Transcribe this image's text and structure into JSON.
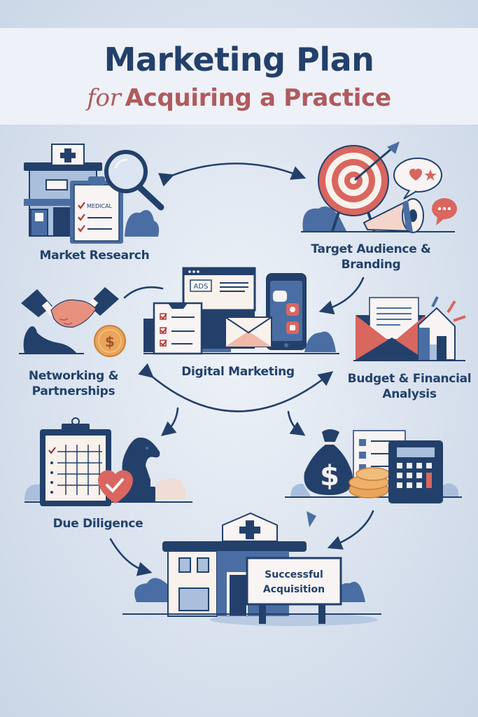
{
  "title": {
    "main": "Marketing Plan",
    "sub_prefix": "for",
    "sub_main": "Acquiring a Practice"
  },
  "colors": {
    "navy": "#23406b",
    "mid_blue": "#4a6ea3",
    "light_blue": "#a9bfdc",
    "coral": "#d9665f",
    "cream": "#f8f1ec",
    "gold": "#e9a55a",
    "background": "#dde5f0"
  },
  "steps": [
    {
      "id": "market-research",
      "label": "Market Research",
      "icons": [
        "clinic-building-icon",
        "clipboard-checklist-icon",
        "magnifying-glass-icon"
      ],
      "clipboard_text": "MEDICAL"
    },
    {
      "id": "target-audience",
      "label": "Target Audience & Branding",
      "icons": [
        "target-icon",
        "arrow-icon",
        "megaphone-icon",
        "speech-bubble-heart-star-icon",
        "chat-bubble-icon"
      ]
    },
    {
      "id": "digital-marketing",
      "label": "Digital Marketing",
      "icons": [
        "browser-window-icon",
        "checklist-icon",
        "envelope-icon",
        "smartphone-icon"
      ],
      "ads_text": "ADS"
    },
    {
      "id": "networking",
      "label": "Networking & Partnerships",
      "icons": [
        "handshake-icon",
        "coin-icon"
      ]
    },
    {
      "id": "budget",
      "label": "Budget & Financial Analysis",
      "icons": [
        "envelope-letter-icon",
        "house-icon"
      ]
    },
    {
      "id": "due-diligence",
      "label": "Due Diligence",
      "icons": [
        "clipboard-grid-icon",
        "chess-knight-icon",
        "heart-check-icon"
      ]
    },
    {
      "id": "finance-tools",
      "label": "",
      "icons": [
        "money-bag-icon",
        "document-icon",
        "coins-icon",
        "calculator-icon"
      ]
    },
    {
      "id": "successful-acquisition",
      "label": "Successful Acquisition",
      "sign_line1": "Successful",
      "sign_line2": "Acquisition",
      "icons": [
        "clinic-building-icon",
        "sign-icon"
      ]
    }
  ],
  "labels": {
    "market_research": "Market Research",
    "target_line1": "Target Audience &",
    "target_line2": "Branding",
    "digital_marketing": "Digital Marketing",
    "networking_line1": "Networking &",
    "networking_line2": "Partnerships",
    "budget_line1": "Budget & Financial",
    "budget_line2": "Analysis",
    "due_diligence": "Due Diligence"
  }
}
